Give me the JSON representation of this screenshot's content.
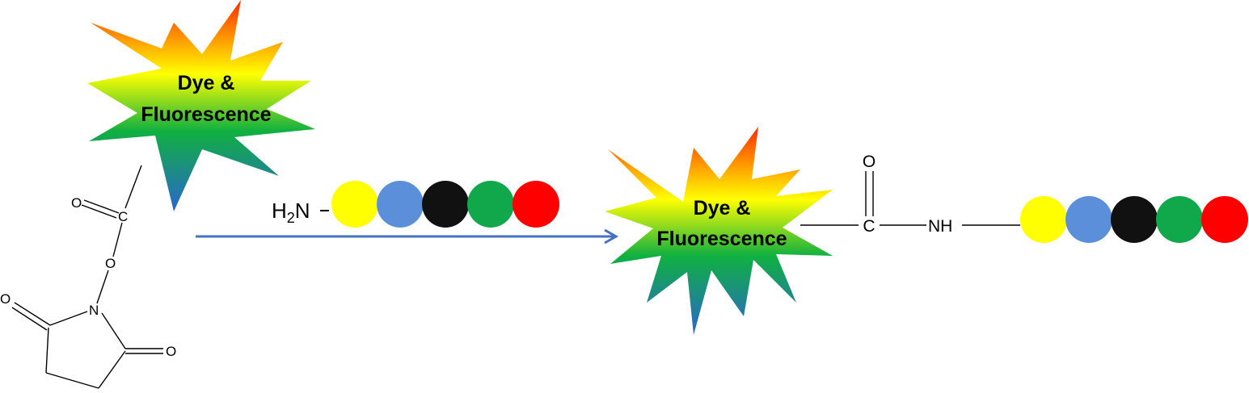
{
  "colors": {
    "burst_gradient": [
      "#ff2a00",
      "#ffff00",
      "#10b040",
      "#2a66cc"
    ],
    "arrow": "#4472c4",
    "beads": [
      "#ffff00",
      "#5b8fd9",
      "#111111",
      "#10a84a",
      "#ff0000"
    ]
  },
  "reactant": {
    "dye_label_line1": "Dye &",
    "dye_label_line2": "Fluorescence",
    "ester_o_double": "O",
    "ester_c": "C",
    "ester_o_link": "O",
    "ring_n": "N",
    "ring_o_left": "O",
    "ring_o_right": "O"
  },
  "amine": {
    "h": "H",
    "sub": "2",
    "n": "N"
  },
  "product": {
    "dye_label_line1": "Dye &",
    "dye_label_line2": "Fluorescence",
    "carbonyl_o": "O",
    "carbonyl_c": "C",
    "amide_nh": "NH"
  }
}
